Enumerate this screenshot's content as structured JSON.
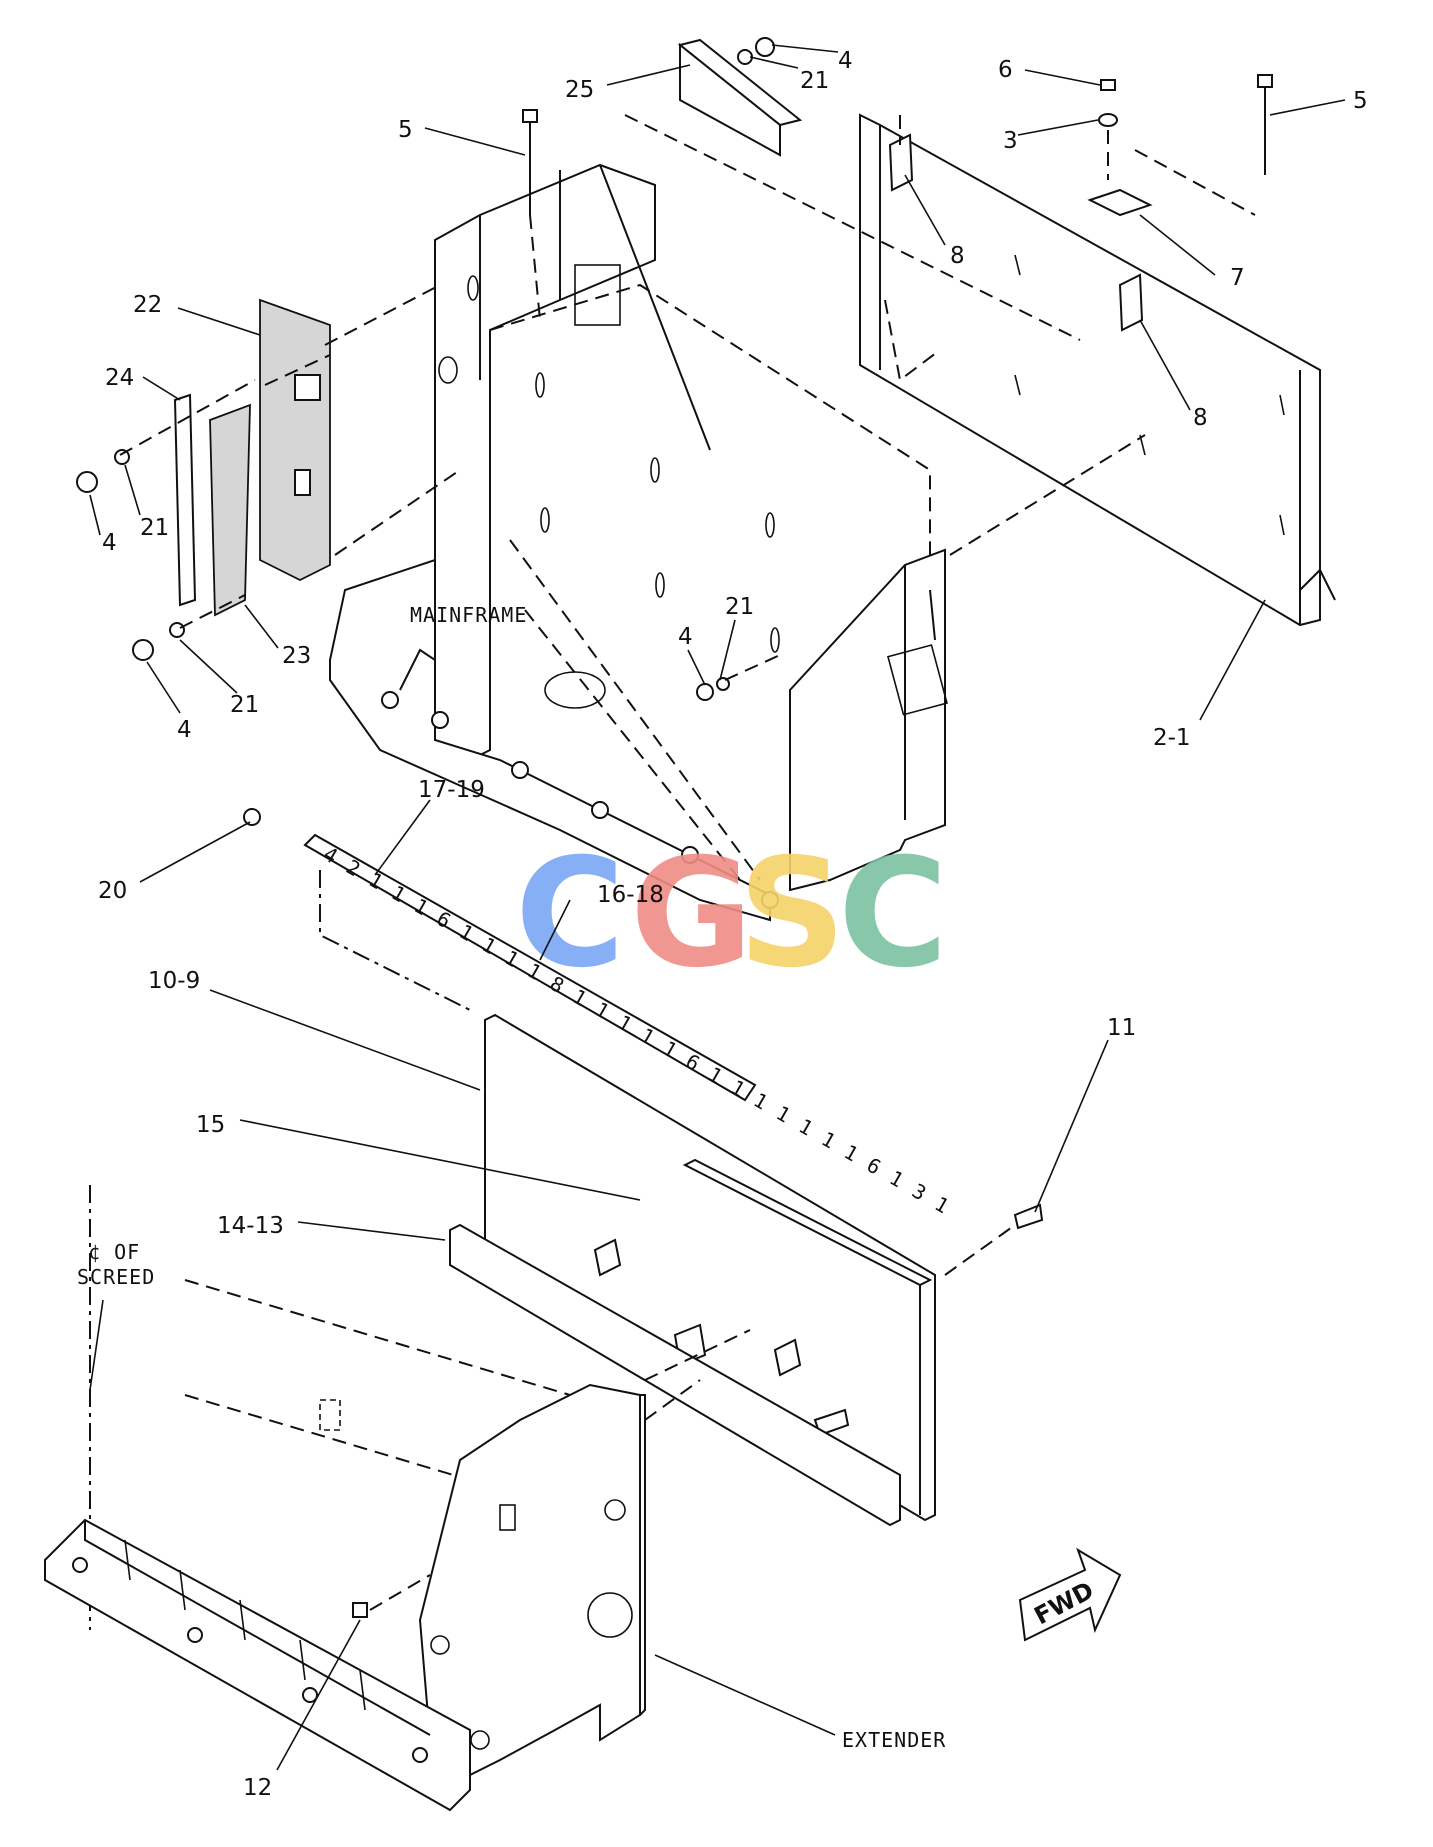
{
  "labels": {
    "l4a": "4",
    "l21a": "21",
    "l25": "25",
    "l6": "6",
    "l5a": "5",
    "l5b": "5",
    "l3": "3",
    "l8a": "8",
    "l7": "7",
    "l8b": "8",
    "l22": "22",
    "l24": "24",
    "l21b": "21",
    "l4b": "4",
    "l23": "23",
    "l21c": "21",
    "l4c": "4",
    "l21d": "21",
    "l4d": "4",
    "l2_1": "2-1",
    "l17_19": "17-19",
    "l16_18": "16-18",
    "l20": "20",
    "l10_9": "10-9",
    "l11": "11",
    "l15": "15",
    "l14_13": "14-13",
    "l12": "12"
  },
  "callouts": {
    "mainframe": "MAINFRAME",
    "screed_line1": "¢ OF",
    "screed_line2": "SCREED",
    "extender": "EXTENDER",
    "fwd": "FWD"
  },
  "scale_text": "4 2 1 1 1 6 1 1 1 1 8 1 1 1 1 1 6 1 1 1 1 1 1 1 6 1 3 1",
  "watermark": {
    "letters": [
      "C",
      "G",
      "S",
      "C"
    ],
    "colors": [
      "#7aa7f5",
      "#f08c86",
      "#f6d36a",
      "#7cc2a0"
    ]
  }
}
